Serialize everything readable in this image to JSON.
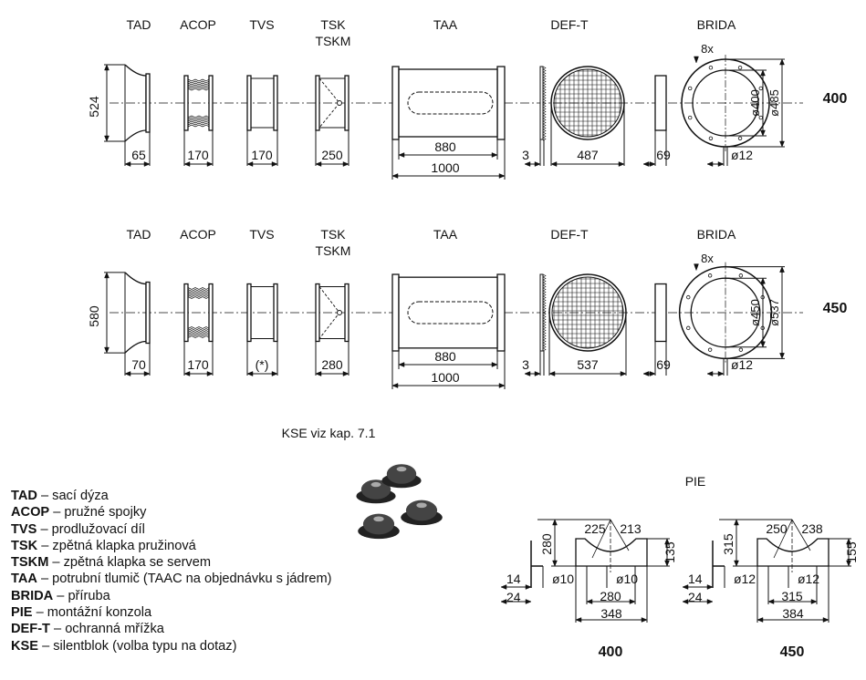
{
  "components": {
    "tad": "TAD",
    "acop": "ACOP",
    "tvs": "TVS",
    "tsk": "TSK",
    "tskm": "TSKM",
    "taa": "TAA",
    "deft": "DEF-T",
    "brida": "BRIDA"
  },
  "rows": [
    {
      "size": "400",
      "tad_h": "524",
      "tad_w": "65",
      "acop": "170",
      "tvs": "170",
      "tsk": "250",
      "taa_inner": "880",
      "taa": "1000",
      "deft_gap": "3",
      "deft": "487",
      "ring": "69",
      "brida_count": "8x",
      "brida_d1": "ø400",
      "brida_d2": "ø485",
      "brida_hole": "ø12"
    },
    {
      "size": "450",
      "tad_h": "580",
      "tad_w": "70",
      "acop": "170",
      "tvs": "(*)",
      "tsk": "280",
      "taa_inner": "880",
      "taa": "1000",
      "deft_gap": "3",
      "deft": "537",
      "ring": "69",
      "brida_count": "8x",
      "brida_d1": "ø450",
      "brida_d2": "ø537",
      "brida_hole": "ø12"
    }
  ],
  "kse_note": "KSE viz kap. 7.1",
  "legend": [
    {
      "code": "TAD",
      "desc": " – sací dýza"
    },
    {
      "code": "ACOP",
      "desc": " – pružné spojky"
    },
    {
      "code": "TVS",
      "desc": " – prodlužovací díl"
    },
    {
      "code": "TSK",
      "desc": " – zpětná klapka pružinová"
    },
    {
      "code": "TSKM",
      "desc": " – zpětná klapka se servem"
    },
    {
      "code": "TAA",
      "desc": " – potrubní tlumič (TAAC na objednávku s jádrem)"
    },
    {
      "code": "BRIDA",
      "desc": " – příruba"
    },
    {
      "code": "PIE",
      "desc": " – montážní konzola"
    },
    {
      "code": "DEF-T",
      "desc": " – ochranná mřížka"
    },
    {
      "code": "KSE",
      "desc": " – silentblok (volba typu na dotaz)"
    }
  ],
  "pie": {
    "title": "PIE",
    "variants": [
      {
        "size": "400",
        "height": "280",
        "r1": "225",
        "r2": "213",
        "h2": "135",
        "t1": "14",
        "t2": "24",
        "hole1": "ø10",
        "hole2": "ø10",
        "w1": "280",
        "w2": "348"
      },
      {
        "size": "450",
        "height": "315",
        "r1": "250",
        "r2": "238",
        "h2": "155",
        "t1": "14",
        "t2": "24",
        "hole1": "ø12",
        "hole2": "ø12",
        "w1": "315",
        "w2": "384"
      }
    ]
  }
}
